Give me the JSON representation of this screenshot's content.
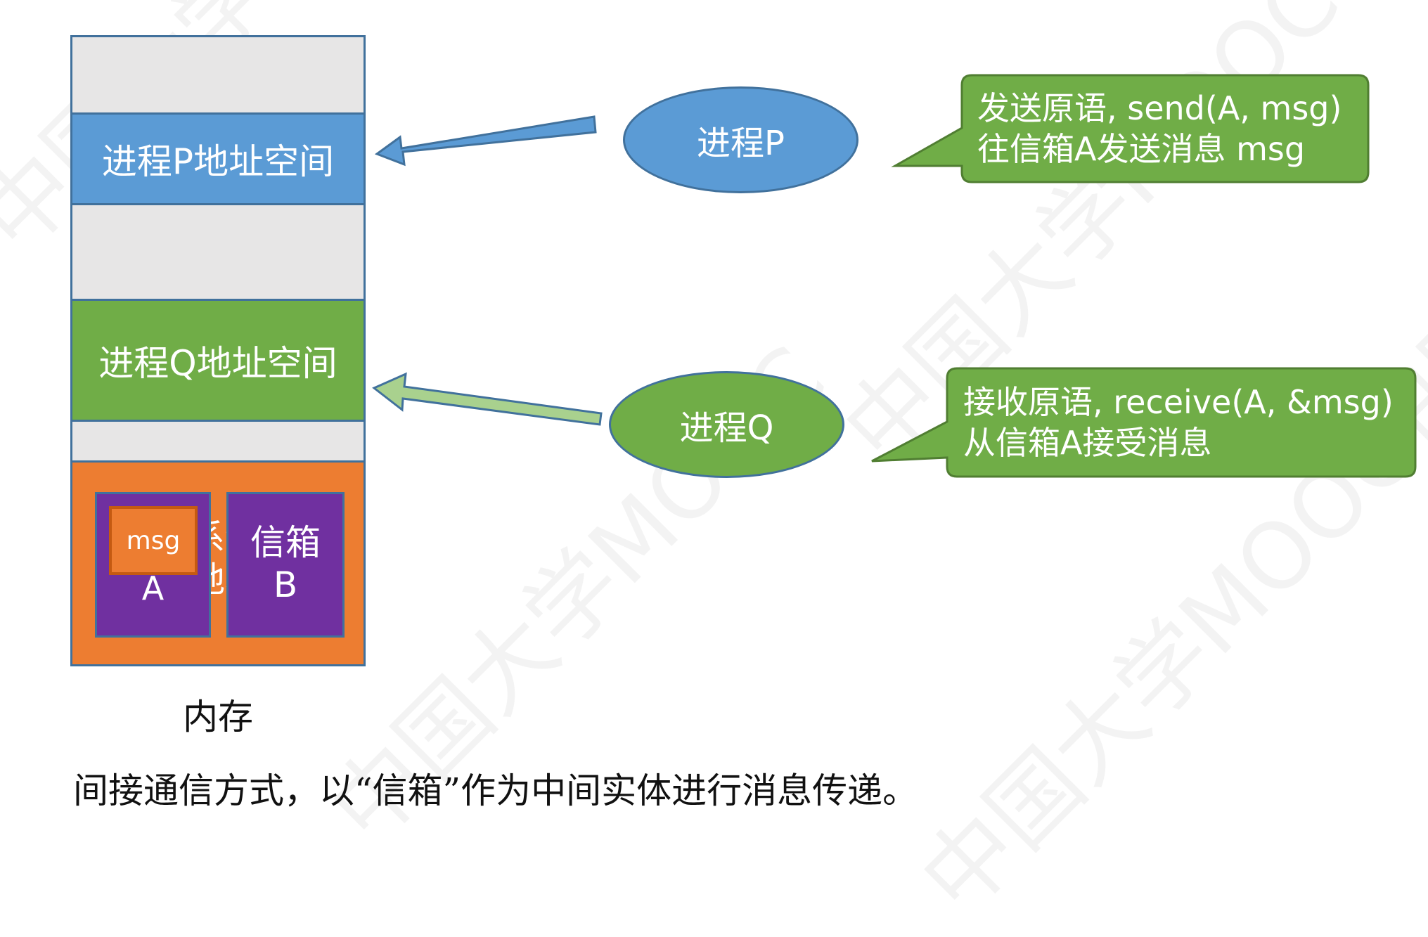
{
  "memory": {
    "label": "内存",
    "process_p_space": "进程P地址空间",
    "process_q_space": "进程Q地址空间",
    "system_space_partial": "系统\n地址"
  },
  "mailboxes": {
    "a_name": "信箱\nA",
    "a_bottom": "A",
    "b_name": "信箱\nB",
    "msg": "msg"
  },
  "processes": {
    "p": "进程P",
    "q": "进程Q"
  },
  "callouts": {
    "send_line1": "发送原语, send(A, msg)",
    "send_line2": "往信箱A发送消息 msg",
    "receive_line1": "接收原语, receive(A, &msg)",
    "receive_line2": "从信箱A接受消息"
  },
  "caption": "间接通信方式，以“信箱”作为中间实体进行消息传递。",
  "watermark": {
    "text": "中国大学MOOC"
  },
  "colors": {
    "blue": "#5b9bd5",
    "green": "#70ad47",
    "orange": "#ed7d31",
    "purple": "#7030a0",
    "gray": "#e7e6e6",
    "border": "#41719c"
  }
}
